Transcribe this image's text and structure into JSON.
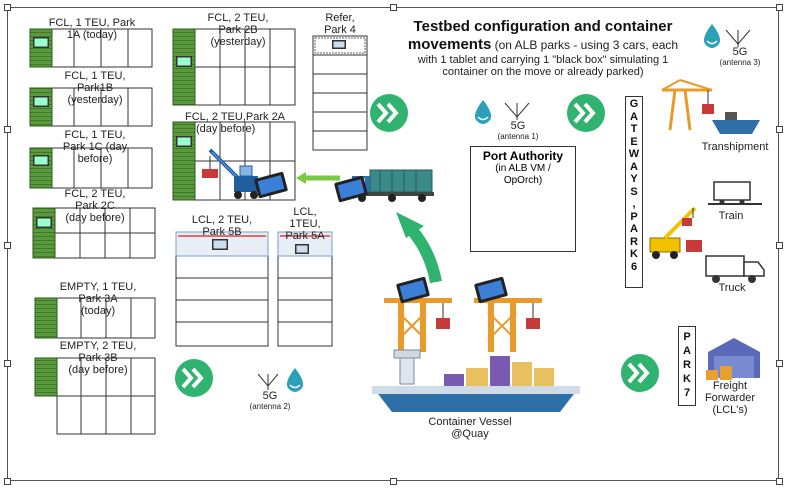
{
  "title": {
    "main": "Testbed configuration and container",
    "main2": "movements",
    "sub1": "(on ALB parks - using 3 cars, each",
    "sub2": "with 1 tablet and carrying 1 \"black box\" simulating 1",
    "sub3": "container on the move or already parked)"
  },
  "parks": {
    "p1a": {
      "l1": "FCL, 1 TEU, Park",
      "l2": "1A (today)"
    },
    "p1b": {
      "l1": "FCL, 1 TEU,",
      "l2": "Park1B",
      "l3": "(yesterday)"
    },
    "p1c": {
      "l1": "FCL, 1 TEU,",
      "l2": "Park 1C (day",
      "l3": "before)"
    },
    "p2c": {
      "l1": "FCL, 2 TEU,",
      "l2": "Park 2C",
      "l3": "(day before)"
    },
    "p3a": {
      "l1": "EMPTY, 1 TEU,",
      "l2": "Park 3A",
      "l3": "(today)"
    },
    "p3b": {
      "l1": "EMPTY, 2 TEU,",
      "l2": "Park 3B",
      "l3": "(day before)"
    },
    "p2b": {
      "l1": "FCL, 2 TEU,",
      "l2": "Park 2B",
      "l3": "(yesterday)"
    },
    "p2a": {
      "l1": "FCL, 2 TEU,Park 2A",
      "l2": "(day before)"
    },
    "p4": {
      "l1": "Refer,",
      "l2": "Park 4"
    },
    "p5b": {
      "l1": "LCL, 2 TEU,",
      "l2": "Park 5B"
    },
    "p5a": {
      "l1": "LCL,",
      "l2": "1TEU,",
      "l3": "Park 5A"
    }
  },
  "antennas": {
    "a1": {
      "label": "5G",
      "sub": "(antenna 1)"
    },
    "a2": {
      "label": "5G",
      "sub": "(antenna 2)"
    },
    "a3": {
      "label": "5G",
      "sub": "(antenna 3)"
    }
  },
  "port_authority": {
    "title": "Port Authority",
    "sub1": "(in ALB VM /",
    "sub2": "OpOrch)"
  },
  "gateways": {
    "text": "GATEWAYS,PARK6",
    "letters": [
      "G",
      "A",
      "T",
      "E",
      "W",
      "A",
      "Y",
      "S",
      ",",
      "P",
      "A",
      "R",
      "K",
      "6"
    ]
  },
  "park7": {
    "letters": [
      "P",
      "A",
      "R",
      "K",
      "7"
    ]
  },
  "destinations": {
    "transhipment": "Transhipment",
    "train": "Train",
    "truck": "Truck",
    "freight1": "Freight",
    "freight2": "Forwarder",
    "freight3": "(LCL's)"
  },
  "vessel": {
    "l1": "Container Vessel",
    "l2": "@Quay"
  },
  "colors": {
    "green_container": "#5a9a3c",
    "arrow_green": "#2fb36e",
    "crane_orange": "#e89a2a",
    "ship_blue": "#2e6fa8",
    "truck_teal": "#3a8a8a",
    "drop_teal": "#2aa1b8"
  }
}
